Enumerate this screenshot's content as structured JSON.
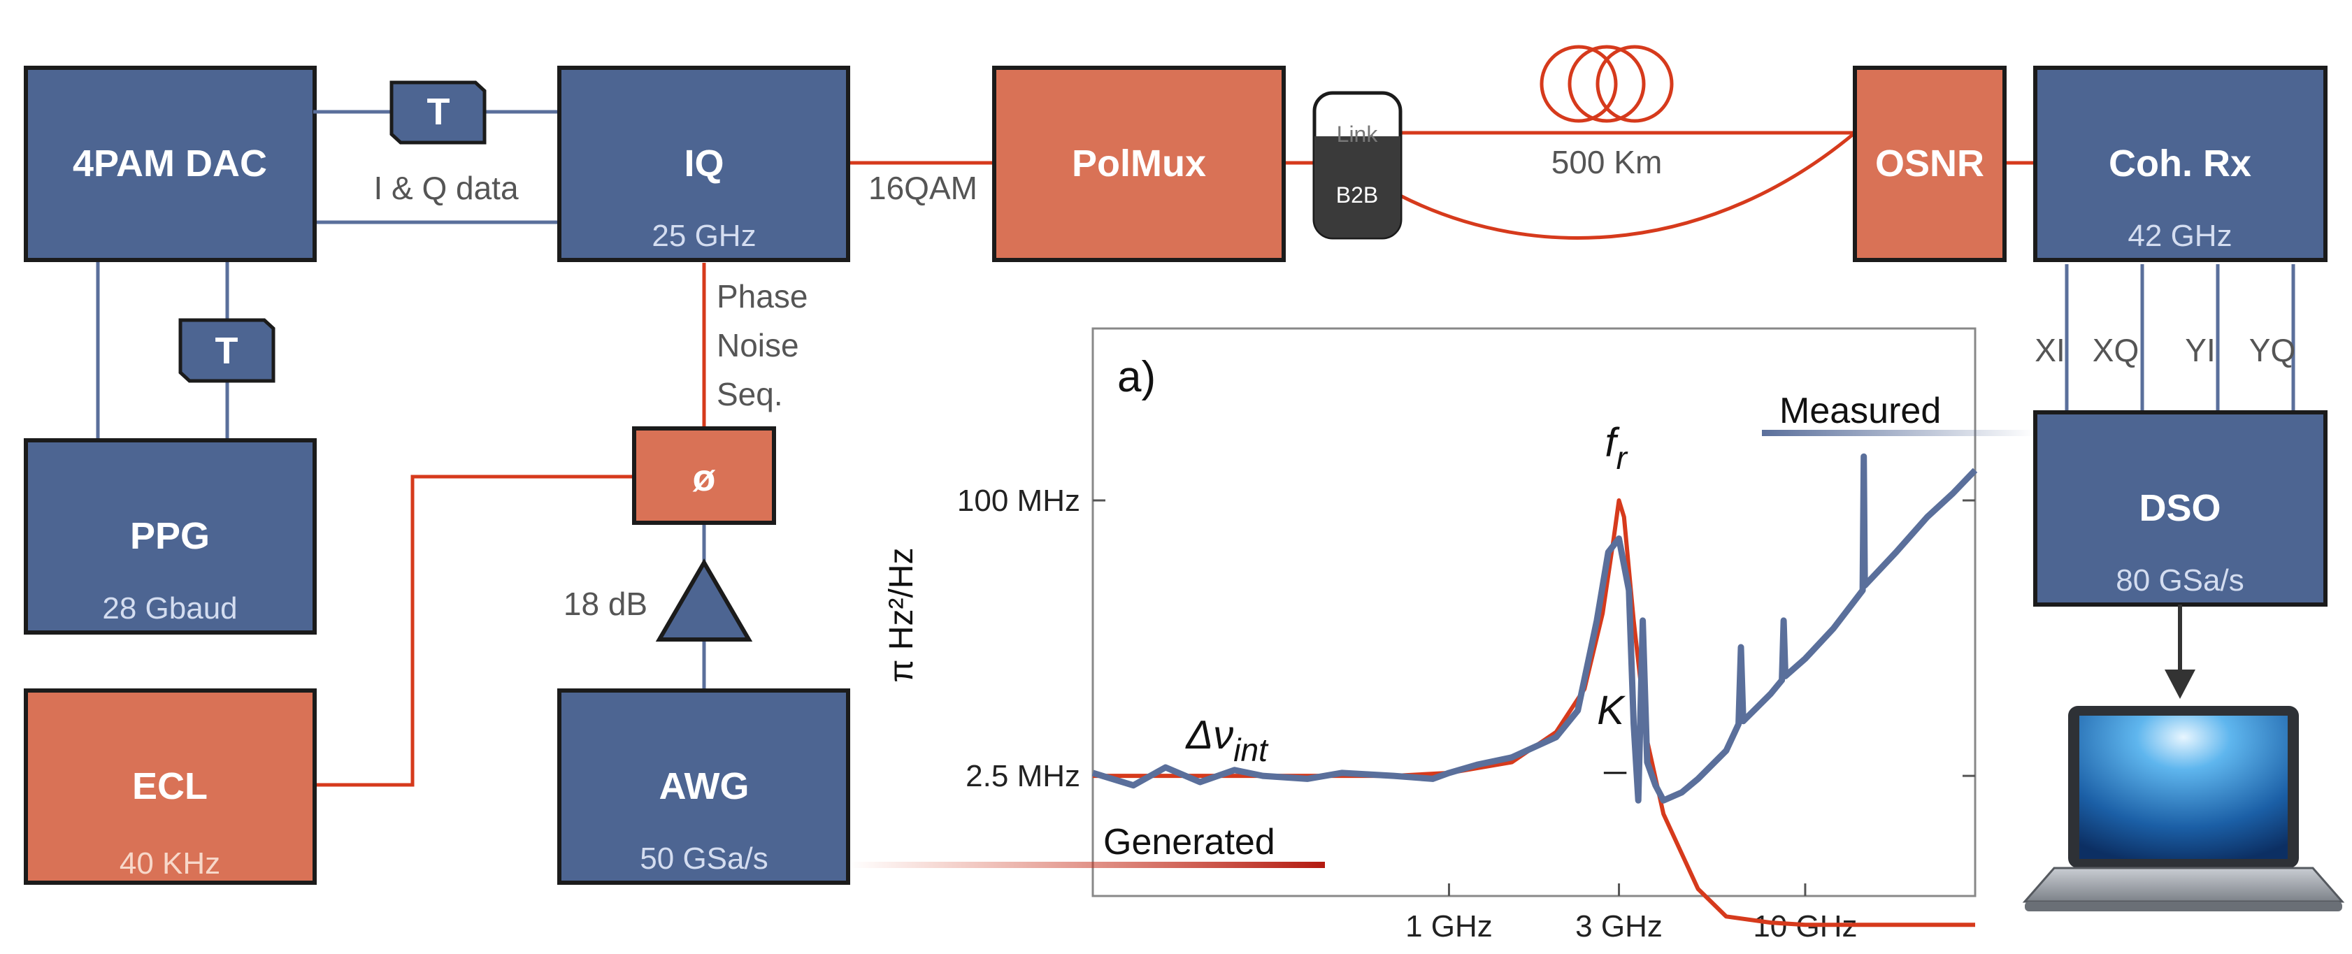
{
  "colors": {
    "blue_block": "#4d6592",
    "orange_block": "#d97256",
    "red_line": "#d63a1c",
    "blue_line": "#5a6f9b",
    "dark_block": "#3a3a3a",
    "text_grey": "#555555",
    "triangle": "#4d6592"
  },
  "blocks": {
    "dac": {
      "title": "4PAM DAC",
      "subtitle": ""
    },
    "iq": {
      "title": "IQ",
      "subtitle": "25 GHz"
    },
    "polmux": {
      "title": "PolMux",
      "subtitle": ""
    },
    "osnr": {
      "title": "OSNR",
      "subtitle": ""
    },
    "cohrx": {
      "title": "Coh. Rx",
      "subtitle": "42 GHz"
    },
    "ppg": {
      "title": "PPG",
      "subtitle": "28 Gbaud"
    },
    "ecl": {
      "title": "ECL",
      "subtitle": "40 KHz"
    },
    "phase_shifter": {
      "title": "ø"
    },
    "awg": {
      "title": "AWG",
      "subtitle": "50 GSa/s"
    },
    "dso": {
      "title": "DSO",
      "subtitle": "80 GSa/s"
    },
    "switch": {
      "top": "Link",
      "bottom": "B2B"
    }
  },
  "labels": {
    "iq_data": "I & Q data",
    "modulation": "16QAM",
    "fiber_length": "500 Km",
    "phase_noise_1": "Phase",
    "phase_noise_2": "Noise",
    "phase_noise_3": "Seq.",
    "amplifier_gain": "18 dB",
    "delay_symbol": "T",
    "xi": "XI",
    "xq": "XQ",
    "yi": "YI",
    "yq": "YQ",
    "measured": "Measured",
    "generated": "Generated"
  },
  "icons": {
    "fiber_spool": "fiber-spool-icon",
    "laptop": "laptop-icon",
    "amplifier": "amplifier-triangle-icon",
    "arrow_down": "arrow-down-icon",
    "delay": "delay-element-icon"
  },
  "chart_data": {
    "type": "line",
    "panel_label": "a)",
    "ylabel": "π Hz²/Hz",
    "xlabel": "",
    "x_scale": "log",
    "y_scale": "log",
    "xlim": [
      0.1,
      30
    ],
    "ylim": [
      0.5,
      1000
    ],
    "x_ticks": [
      {
        "value": 1,
        "label": "1 GHz"
      },
      {
        "value": 3,
        "label": "3 GHz"
      },
      {
        "value": 10,
        "label": "10 GHz"
      }
    ],
    "y_ticks": [
      {
        "value": 100,
        "label": "100 MHz"
      },
      {
        "value": 2.5,
        "label": "2.5 MHz"
      }
    ],
    "annotations": [
      {
        "text": "Δν",
        "sub": "int",
        "x": 0.2,
        "y": 3.6
      },
      {
        "text": "f",
        "sub": "r",
        "x": 3.0,
        "y": 180
      },
      {
        "text": "K",
        "sub": "",
        "x": 2.85,
        "y": 5
      }
    ],
    "series": [
      {
        "name": "Generated",
        "color": "#d63a1c",
        "x": [
          0.1,
          0.2,
          0.4,
          0.7,
          1.0,
          1.5,
          2.0,
          2.4,
          2.7,
          2.9,
          3.0,
          3.1,
          3.3,
          3.6,
          4.0,
          5.0,
          6.0,
          8.0,
          10.0,
          15.0,
          20.0,
          30.0
        ],
        "y": [
          2.5,
          2.5,
          2.5,
          2.5,
          2.6,
          3.0,
          4.5,
          8.0,
          22.0,
          60.0,
          100.0,
          80.0,
          20.0,
          4.0,
          1.5,
          0.55,
          0.38,
          0.35,
          0.34,
          0.34,
          0.34,
          0.34
        ]
      },
      {
        "name": "Measured",
        "color": "#5a6f9b",
        "x": [
          0.1,
          0.13,
          0.16,
          0.2,
          0.25,
          0.3,
          0.4,
          0.5,
          0.7,
          0.9,
          1.0,
          1.2,
          1.5,
          1.8,
          2.0,
          2.3,
          2.6,
          2.8,
          3.0,
          3.2,
          3.3,
          3.4,
          3.5,
          3.6,
          3.8,
          4.0,
          4.5,
          5.0,
          6.0,
          6.5,
          6.6,
          6.7,
          8.0,
          8.6,
          8.7,
          8.8,
          10.0,
          12.0,
          14.5,
          14.6,
          14.7,
          18.0,
          22.0,
          26.0,
          30.0
        ],
        "y": [
          2.6,
          2.2,
          2.8,
          2.3,
          2.7,
          2.5,
          2.4,
          2.6,
          2.5,
          2.4,
          2.6,
          2.9,
          3.2,
          3.8,
          4.2,
          6.0,
          20.0,
          50.0,
          60.0,
          30.0,
          5.0,
          1.8,
          20.0,
          3.0,
          2.2,
          1.8,
          2.0,
          2.4,
          3.5,
          5.0,
          14.0,
          5.2,
          7.5,
          9.0,
          20.0,
          9.5,
          12.0,
          18.0,
          30.0,
          180.0,
          32.0,
          50.0,
          80.0,
          110.0,
          150.0
        ]
      }
    ],
    "grid": false,
    "legend": "none"
  }
}
